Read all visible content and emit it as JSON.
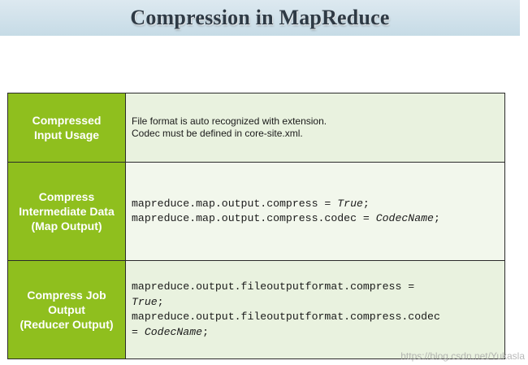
{
  "slide": {
    "title": "Compression in MapReduce"
  },
  "rows": [
    {
      "label_lines": [
        "Compressed",
        "Input Usage"
      ],
      "text_lines": [
        "File format is auto recognized with extension.",
        "Codec must be defined in core-site.xml."
      ]
    },
    {
      "label_lines": [
        "Compress",
        "Intermediate Data",
        "(Map Output)"
      ],
      "code_lines": [
        {
          "prefix": "mapreduce.map.output.compress = ",
          "value": "True",
          "suffix": ";"
        },
        {
          "prefix": "mapreduce.map.output.compress.codec = ",
          "value": "CodecName",
          "suffix": ";"
        }
      ]
    },
    {
      "label_lines": [
        "Compress Job",
        "Output",
        "(Reducer Output)"
      ],
      "code_lines": [
        {
          "prefix": "mapreduce.output.fileoutputformat.compress =",
          "value": "",
          "suffix": ""
        },
        {
          "prefix": "",
          "value": "True",
          "suffix": ";"
        },
        {
          "prefix": "mapreduce.output.fileoutputformat.compress.codec",
          "value": "",
          "suffix": ""
        },
        {
          "prefix": "= ",
          "value": "CodecName",
          "suffix": ";"
        }
      ]
    }
  ],
  "watermark": "https://blog.csdn.net/Yukasla",
  "colors": {
    "header_cell": "#8fbf1e",
    "body_cell": "#e9f2df",
    "title_band": "#c6dbe6"
  }
}
